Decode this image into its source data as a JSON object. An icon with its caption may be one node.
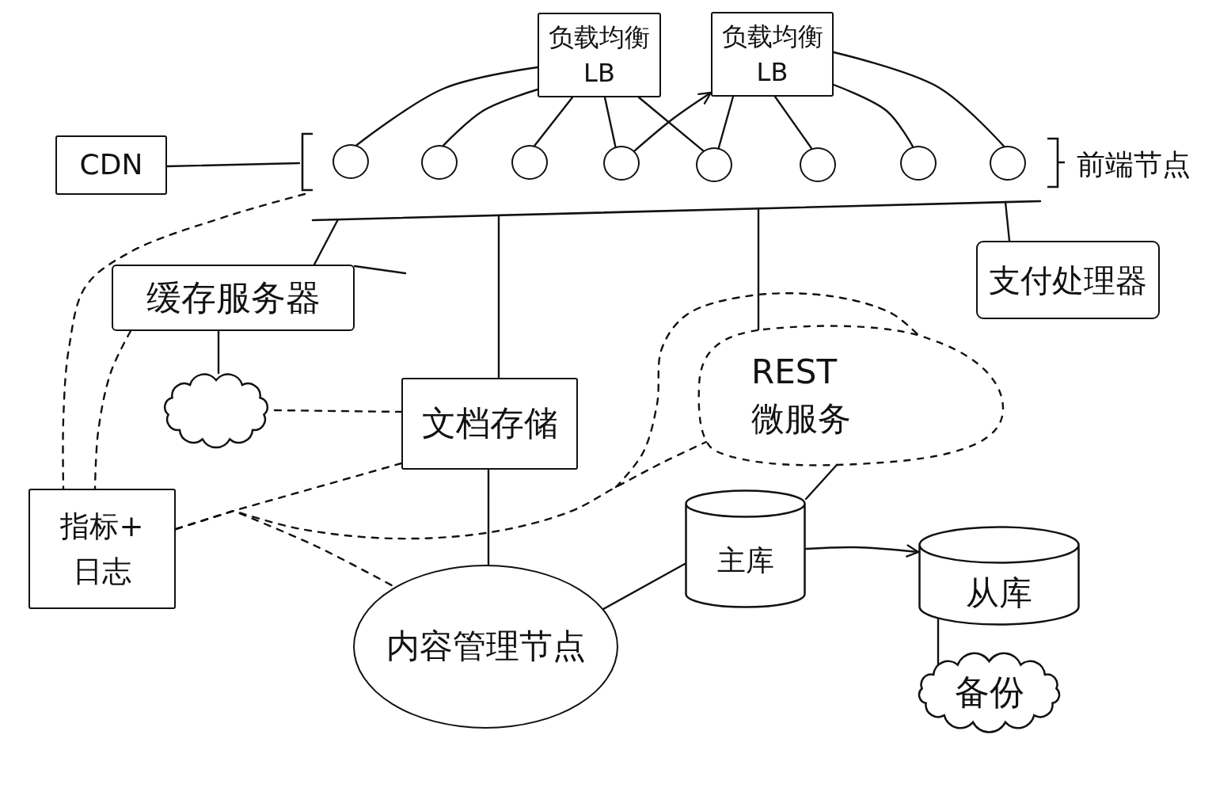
{
  "diagram": {
    "nodes": [
      {
        "text": [
          "负载均衡 LB"
        ]
      },
      {
        "text": [
          "负载均衡 LB"
        ]
      },
      {
        "text": [
          "CDN"
        ]
      },
      {
        "text": [
          "前端节点"
        ]
      },
      {
        "text": [],
        "shape": "circle",
        "in": 3
      },
      {
        "text": [],
        "shape": "circle",
        "in": 3
      },
      {
        "text": [],
        "shape": "circle",
        "in": 3
      },
      {
        "text": [],
        "shape": "circle",
        "in": 3
      },
      {
        "text": [],
        "shape": "circle",
        "in": 3
      },
      {
        "text": [],
        "shape": "circle",
        "in": 3
      },
      {
        "text": [],
        "shape": "circle",
        "in": 3
      },
      {
        "text": [],
        "shape": "circle",
        "in": 3
      },
      {
        "text": [],
        "shape": "bar"
      },
      {
        "text": [
          "缓存服务器"
        ]
      },
      {
        "text": [
          "支付处理器"
        ]
      },
      {
        "text": [],
        "shape": "cloud"
      },
      {
        "text": [
          "文档存储"
        ]
      },
      {
        "text": [
          "REST 微服务"
        ]
      },
      {
        "text": [
          "指标+日志"
        ]
      },
      {
        "text": [
          "内容管理节点"
        ]
      },
      {
        "text": [
          "主库"
        ]
      },
      {
        "text": [
          "从库"
        ]
      },
      {
        "text": [
          "备份"
        ]
      }
    ],
    "edges": [
      {
        "from": 0,
        "to": 4,
        "arrow": "none"
      },
      {
        "from": 0,
        "to": 5,
        "arrow": "none"
      },
      {
        "from": 0,
        "to": 6,
        "arrow": "none"
      },
      {
        "from": 0,
        "to": 7,
        "arrow": "none"
      },
      {
        "from": 0,
        "to": 8,
        "arrow": "none"
      },
      {
        "from": 7,
        "to": 1,
        "arrow": "to"
      },
      {
        "from": 1,
        "to": 8,
        "arrow": "none"
      },
      {
        "from": 1,
        "to": 9,
        "arrow": "none"
      },
      {
        "from": 1,
        "to": 10,
        "arrow": "none"
      },
      {
        "from": 1,
        "to": 11,
        "arrow": "none"
      },
      {
        "from": 2,
        "to": 3,
        "arrow": "none"
      },
      {
        "from": 12,
        "to": 13,
        "arrow": "none"
      },
      {
        "from": 12,
        "to": 16,
        "arrow": "none"
      },
      {
        "from": 12,
        "to": 17,
        "arrow": "none"
      },
      {
        "from": 12,
        "to": 14,
        "arrow": "none"
      },
      {
        "from": 13,
        "to": null,
        "arrow": "none"
      },
      {
        "from": 13,
        "to": 15,
        "arrow": "none"
      },
      {
        "from": 15,
        "to": 16,
        "arrow": "none",
        "style": "dashed"
      },
      {
        "from": 3,
        "to": 18,
        "arrow": "none",
        "style": "dashed"
      },
      {
        "from": 13,
        "to": 18,
        "arrow": "none",
        "style": "dashed"
      },
      {
        "from": 18,
        "to": 16,
        "arrow": "none",
        "style": "dashed"
      },
      {
        "from": 18,
        "to": 19,
        "arrow": "none",
        "style": "dashed"
      },
      {
        "from": 18,
        "to": 17,
        "arrow": "none",
        "style": "dashed"
      },
      {
        "from": 16,
        "to": 19,
        "arrow": "none"
      },
      {
        "from": 19,
        "to": 20,
        "arrow": "none"
      },
      {
        "from": 17,
        "to": 20,
        "arrow": "none"
      },
      {
        "from": 20,
        "to": 21,
        "arrow": "to"
      },
      {
        "from": 21,
        "to": 22,
        "arrow": "none"
      }
    ]
  }
}
